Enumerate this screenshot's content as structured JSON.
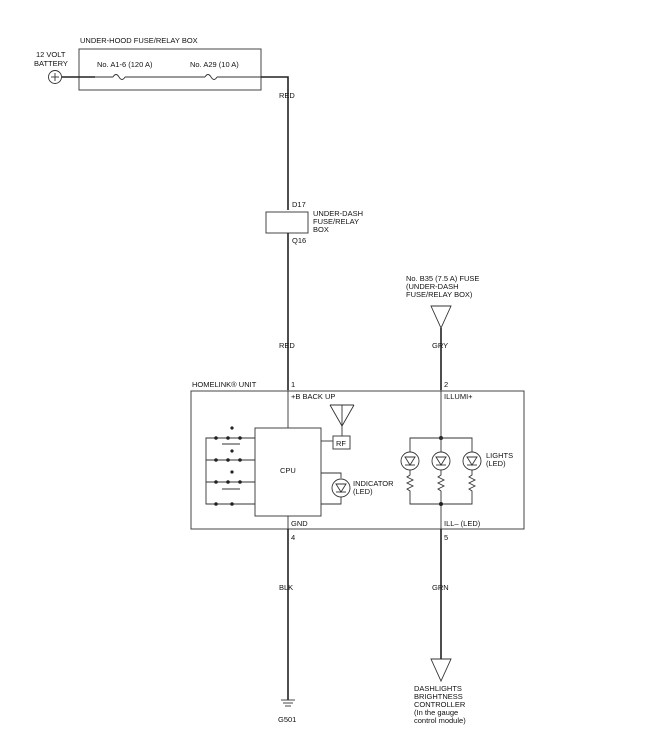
{
  "battery": {
    "line1": "12 VOLT",
    "line2": "BATTERY"
  },
  "underhood_box": {
    "title": "UNDER-HOOD FUSE/RELAY BOX",
    "fuse1": "No. A1-6 (120 A)",
    "fuse2": "No. A29 (10 A)"
  },
  "wires": {
    "red_top": "RED",
    "red_mid": "RED",
    "gry": "GRY",
    "blk": "BLK",
    "grn": "GRN"
  },
  "underdash_box": {
    "pin_top": "D17",
    "pin_bottom": "Q16",
    "line1": "UNDER-DASH",
    "line2": "FUSE/RELAY",
    "line3": "BOX"
  },
  "fuse_b35": {
    "line1": "No. B35 (7.5 A) FUSE",
    "line2": "(UNDER-DASH",
    "line3": "FUSE/RELAY BOX)"
  },
  "homelink": {
    "title": "HOMELINK® UNIT",
    "pin1": "1",
    "pin1_label": "+B BACK UP",
    "pin2": "2",
    "pin2_label": "ILLUMI+",
    "pin4": "4",
    "pin4_label": "GND",
    "pin5": "5",
    "pin5_label": "ILL– (LED)",
    "cpu": "CPU",
    "rf": "RF",
    "indicator_line1": "INDICATOR",
    "indicator_line2": "(LED)",
    "lights_line1": "LIGHTS",
    "lights_line2": "(LED)"
  },
  "ground": {
    "label": "G501"
  },
  "dashlights": {
    "line1": "DASHLIGHTS",
    "line2": "BRIGHTNESS",
    "line3": "CONTROLLER",
    "line4": "(In the gauge",
    "line5": "control module)"
  },
  "icons": [
    "battery-icon",
    "fuse-icon",
    "antenna-icon",
    "led-icon",
    "resistor-icon",
    "switch-icon",
    "ground-icon",
    "connector-arrow-icon"
  ]
}
